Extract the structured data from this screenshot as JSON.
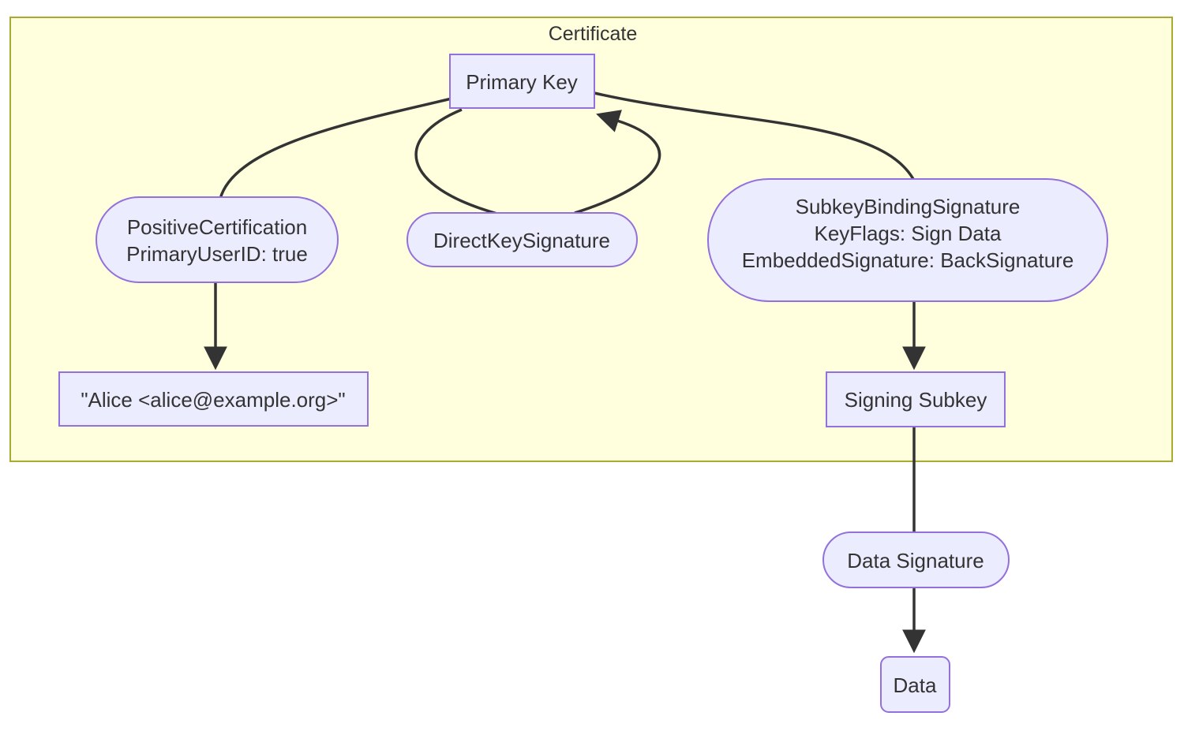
{
  "diagram": {
    "type": "flowchart",
    "container": {
      "title": "Certificate"
    },
    "nodes": {
      "primary_key": {
        "label": "Primary Key",
        "shape": "rectangle"
      },
      "positive_certification": {
        "shape": "stadium",
        "lines": [
          "PositiveCertification",
          "PrimaryUserID: true"
        ]
      },
      "direct_key_signature": {
        "label": "DirectKeySignature",
        "shape": "stadium"
      },
      "subkey_binding_signature": {
        "shape": "stadium",
        "lines": [
          "SubkeyBindingSignature",
          "KeyFlags: Sign Data",
          "EmbeddedSignature: BackSignature"
        ]
      },
      "user_id": {
        "label": "\"Alice <alice@example.org>\"",
        "shape": "rectangle"
      },
      "signing_subkey": {
        "label": "Signing Subkey",
        "shape": "rectangle"
      },
      "data_signature": {
        "label": "Data Signature",
        "shape": "stadium"
      },
      "data": {
        "label": "Data",
        "shape": "rounded-rectangle"
      }
    },
    "edges": [
      {
        "from": "primary_key",
        "to": "positive_certification",
        "arrow": false
      },
      {
        "from": "positive_certification",
        "to": "user_id",
        "arrow": true
      },
      {
        "from": "primary_key",
        "to": "direct_key_signature",
        "arrow": false
      },
      {
        "from": "direct_key_signature",
        "to": "primary_key",
        "arrow": true
      },
      {
        "from": "primary_key",
        "to": "subkey_binding_signature",
        "arrow": false
      },
      {
        "from": "subkey_binding_signature",
        "to": "signing_subkey",
        "arrow": true
      },
      {
        "from": "signing_subkey",
        "to": "data_signature",
        "arrow": false
      },
      {
        "from": "data_signature",
        "to": "data",
        "arrow": true
      }
    ],
    "colors": {
      "page_background": "#FFFFFF",
      "container_fill": "#FFFFDE",
      "container_border": "#AAAA33",
      "node_fill": "#ECECFF",
      "node_border": "#9370DB",
      "edge_color": "#333333",
      "text_color": "#333333"
    }
  }
}
